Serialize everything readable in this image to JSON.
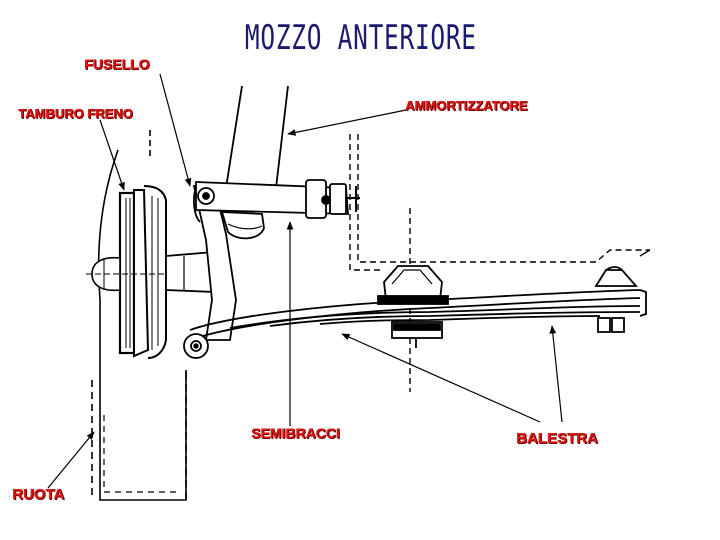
{
  "title": "MOZZO ANTERIORE",
  "labels": {
    "fusello": "FUSELLO",
    "tamburo_freno": "TAMBURO FRENO",
    "ammortizzatore": "AMMORTIZZATORE",
    "semibracci": "SEMIBRACCI",
    "balestra": "BALESTRA",
    "ruota": "RUOTA"
  },
  "colors": {
    "title": "#1a1a6e",
    "label": "#e01818",
    "drawing": "#000000"
  }
}
